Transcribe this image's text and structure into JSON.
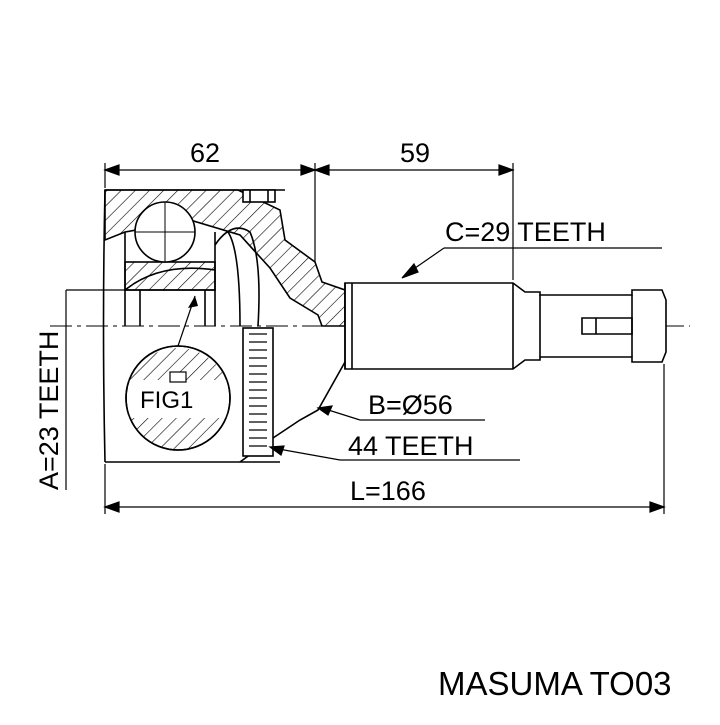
{
  "diagram": {
    "dimensions": {
      "top_left": "62",
      "top_right": "59",
      "c_teeth": "C=29 TEETH",
      "a_teeth": "A=23 TEETH",
      "b_diameter": "B=Ø56",
      "abs_teeth": "44 TEETH",
      "length": "L=166"
    },
    "fig_label": "FIG1"
  },
  "caption": {
    "brand_part": "MASUMA TO03"
  }
}
